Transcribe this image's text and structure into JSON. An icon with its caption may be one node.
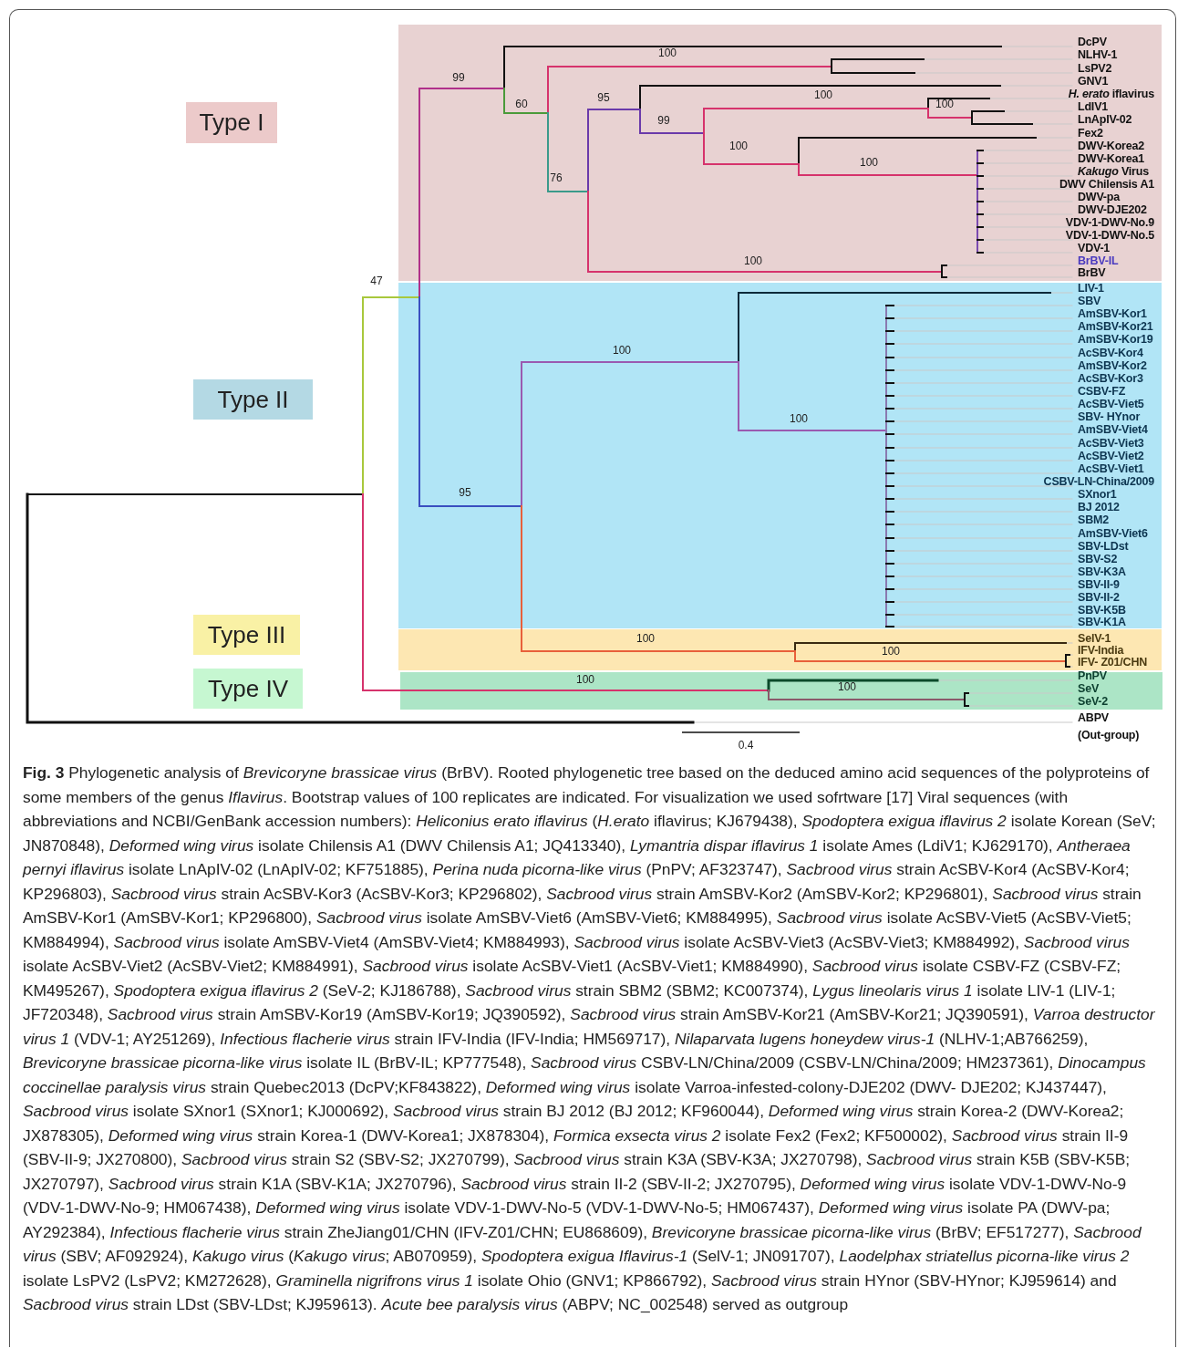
{
  "diagram": {
    "caption": "**Fig. 3** Phylogenetic analysis of *Brevicoryne brassicae virus* (BrBV). Rooted phylogenetic tree based on the deduced amino acid sequences of the polyproteins of some members of the genus *Iflavirus*. Bootstrap values of 100 replicates are indicated. For visualization we used sofrtware [17] Viral sequences (with abbreviations and NCBI/GenBank accession numbers): *Heliconius erato iflavirus* (*H.erato* iflavirus; KJ679438), *Spodoptera exigua iflavirus 2* isolate Korean (SeV; JN870848), *Deformed wing virus* isolate Chilensis A1 (DWV Chilensis A1; JQ413340), *Lymantria dispar iflavirus 1* isolate Ames (LdiV1; KJ629170), *Antheraea pernyi iflavirus* isolate LnApIV-02 (LnApIV-02; KF751885), *Perina nuda picorna-like virus* (PnPV; AF323747), *Sacbrood virus* strain AcSBV-Kor4 (AcSBV-Kor4; KP296803), *Sacbrood virus* strain AcSBV-Kor3 (AcSBV-Kor3; KP296802), *Sacbrood virus* strain AmSBV-Kor2 (AmSBV-Kor2; KP296801), *Sacbrood virus* strain AmSBV-Kor1 (AmSBV-Kor1; KP296800), *Sacbrood virus* isolate AmSBV-Viet6 (AmSBV-Viet6; KM884995), *Sacbrood virus* isolate AcSBV-Viet5 (AcSBV-Viet5; KM884994), *Sacbrood virus* isolate AmSBV-Viet4 (AmSBV-Viet4; KM884993), *Sacbrood virus* isolate AcSBV-Viet3 (AcSBV-Viet3; KM884992), *Sacbrood virus* isolate AcSBV-Viet2 (AcSBV-Viet2; KM884991), *Sacbrood virus* isolate AcSBV-Viet1 (AcSBV-Viet1; KM884990), *Sacbrood virus* isolate CSBV-FZ (CSBV-FZ; KM495267), *Spodoptera exigua iflavirus 2* (SeV-2; KJ186788), *Sacbrood virus* strain SBM2 (SBM2; KC007374), *Lygus lineolaris virus 1* isolate LIV-1 (LIV-1; JF720348), *Sacbrood virus* strain AmSBV-Kor19 (AmSBV-Kor19; JQ390592), *Sacbrood virus* strain AmSBV-Kor21 (AmSBV-Kor21; JQ390591), *Varroa destructor virus 1* (VDV-1; AY251269), *Infectious flacherie virus* strain IFV-India (IFV-India; HM569717), *Nilaparvata lugens honeydew virus-1* (NLHV-1;AB766259), *Brevicoryne brassicae picorna-like virus* isolate IL (BrBV-IL; KP777548), *Sacbrood virus* CSBV-LN/China/2009 (CSBV-LN/China/2009; HM237361), *Dinocampus coccinellae paralysis virus* strain Quebec2013 (DcPV;KF843822), *Deformed wing virus* isolate Varroa-infested-colony-DJE202 (DWV- DJE202; KJ437447), *Sacbrood virus* isolate SXnor1 (SXnor1; KJ000692), *Sacbrood virus* strain BJ 2012 (BJ 2012; KF960044), *Deformed wing virus* strain Korea-2 (DWV-Korea2; JX878305), *Deformed wing virus* strain Korea-1 (DWV-Korea1; JX878304), *Formica exsecta virus 2* isolate Fex2 (Fex2; KF500002), *Sacbrood virus* strain II-9 (SBV-II-9; JX270800), *Sacbrood virus* strain S2 (SBV-S2; JX270799), *Sacbrood virus* strain K3A (SBV-K3A; JX270798), *Sacbrood virus* strain K5B (SBV-K5B; JX270797), *Sacbrood virus* strain K1A (SBV-K1A; JX270796), *Sacbrood virus* strain II-2 (SBV-II-2; JX270795), *Deformed wing virus* isolate VDV-1-DWV-No-9 (VDV-1-DWV-No-9; HM067438), *Deformed wing virus* isolate VDV-1-DWV-No-5 (VDV-1-DWV-No-5; HM067437), *Deformed wing virus* isolate PA (DWV-pa; AY292384), *Infectious flacherie virus* strain ZheJiang01/CHN (IFV-Z01/CHN; EU868609), *Brevicoryne brassicae picorna-like virus* (BrBV; EF517277), *Sacbrood virus* (SBV; AF092924), *Kakugo virus* (*Kakugo virus*; AB070959), *Spodoptera exigua Iflavirus-1* (SelV-1; JN091707), *Laodelphax striatellus picorna-like virus 2* isolate LsPV2 (LsPV2; KM272628), *Graminella nigrifrons virus 1* isolate Ohio (GNV1; KP866792), *Sacbrood virus* strain HYnor (SBV-HYnor; KJ959614) and *Sacbrood virus* strain LDst (SBV-LDst; KJ959613). *Acute bee paralysis virus* (ABPV; NC_002548) served as outgroup",
    "nodes": [
      {
        "text": [
          "Type I"
        ]
      },
      {
        "text": [
          "Type II"
        ]
      },
      {
        "text": [
          "Type III"
        ]
      },
      {
        "text": [
          "Type IV"
        ]
      }
    ],
    "labels": [
      "DcPV",
      "NLHV-1",
      "LsPV2",
      "GNV1",
      "*H. erato* iflavirus",
      "LdIV1",
      "LnApIV-02",
      "Fex2",
      "DWV-Korea2",
      "DWV-Korea1",
      "*Kakugo* Virus",
      "DWV Chilensis A1",
      "DWV-pa",
      "DWV-DJE202",
      "VDV-1-DWV-No.9",
      "VDV-1-DWV-No.5",
      "VDV-1",
      "BrBV-IL",
      "BrBV",
      "LIV-1",
      "SBV",
      "AmSBV-Kor1",
      "AmSBV-Kor21",
      "AmSBV-Kor19",
      "AcSBV-Kor4",
      "AmSBV-Kor2",
      "AcSBV-Kor3",
      "CSBV-FZ",
      "AcSBV-Viet5",
      "SBV- HYnor",
      "AmSBV-Viet4",
      "AcSBV-Viet3",
      "AcSBV-Viet2",
      "AcSBV-Viet1",
      "CSBV-LN-China/2009",
      "SXnor1",
      "BJ 2012",
      "SBM2",
      "AmSBV-Viet6",
      "SBV-LDst",
      "SBV-S2",
      "SBV-K3A",
      "SBV-II-9",
      "SBV-II-2",
      "SBV-K5B",
      "SBV-K1A",
      "SelV-1",
      "IFV-India",
      "IFV- Z01/CHN",
      "PnPV",
      "SeV",
      "SeV-2",
      "ABPV",
      "(Out-group)",
      "100",
      "99",
      "100",
      "95",
      "100",
      "60",
      "99",
      "100",
      "100",
      "76",
      "100",
      "47",
      "100",
      "100",
      "95",
      "100",
      "100",
      "100",
      "100",
      "0.4"
    ]
  }
}
